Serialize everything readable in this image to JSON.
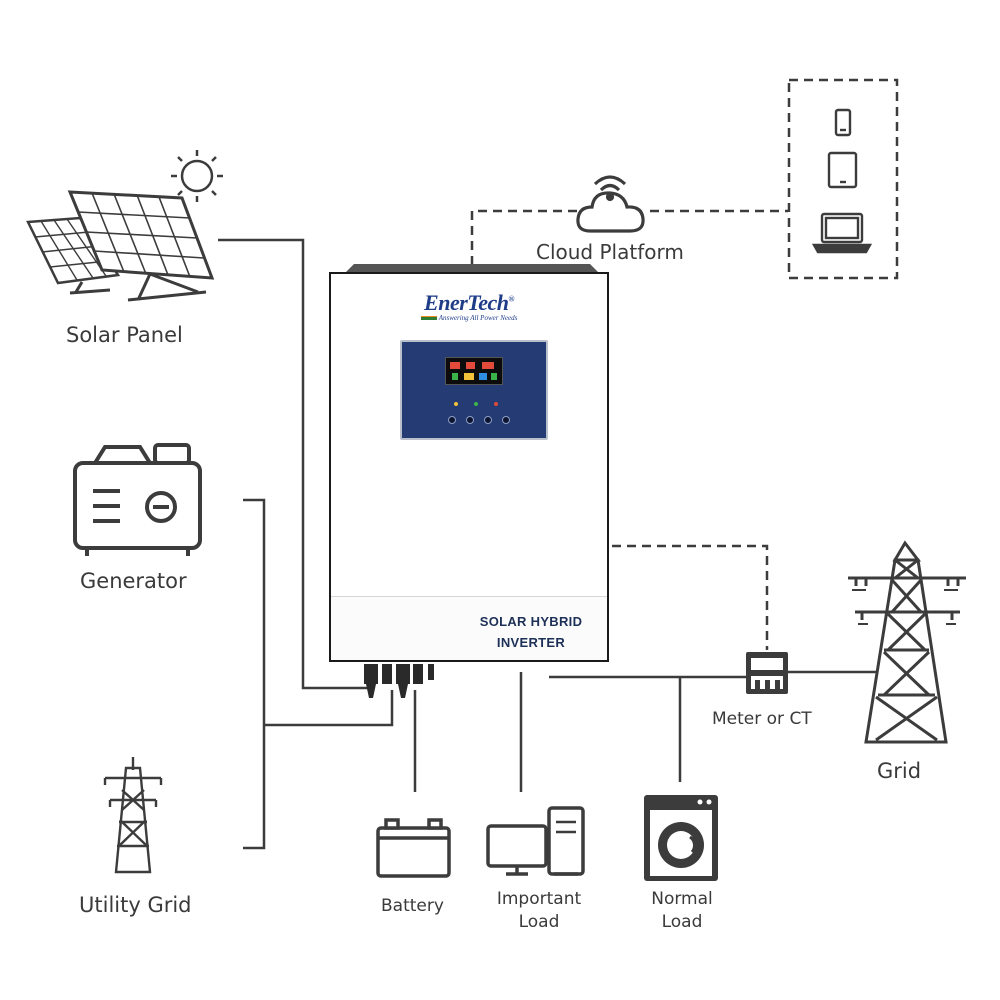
{
  "brand": {
    "name": "EnerTech",
    "registered": "®",
    "tagline": "Answering All Power Needs"
  },
  "inverter": {
    "model_line1": "SOLAR HYBRID",
    "model_line2": "INVERTER"
  },
  "labels": {
    "solar_panel": "Solar Panel",
    "generator": "Generator",
    "utility_grid": "Utility Grid",
    "cloud_platform": "Cloud Platform",
    "battery": "Battery",
    "important_load_line1": "Important",
    "important_load_line2": "Load",
    "normal_load_line1": "Normal",
    "normal_load_line2": "Load",
    "meter": "Meter or CT",
    "grid": "Grid"
  },
  "colors": {
    "line": "#3c3c3c",
    "brand_blue": "#1f3c88",
    "panel_blue": "#243b73",
    "text": "#3a3a3a"
  },
  "icons": [
    "sun-icon",
    "solar-panel-icon",
    "generator-icon",
    "transmission-tower-icon",
    "cloud-wifi-icon",
    "phone-icon",
    "tablet-icon",
    "laptop-icon",
    "battery-icon",
    "desktop-computer-icon",
    "washing-machine-icon",
    "meter-icon"
  ]
}
